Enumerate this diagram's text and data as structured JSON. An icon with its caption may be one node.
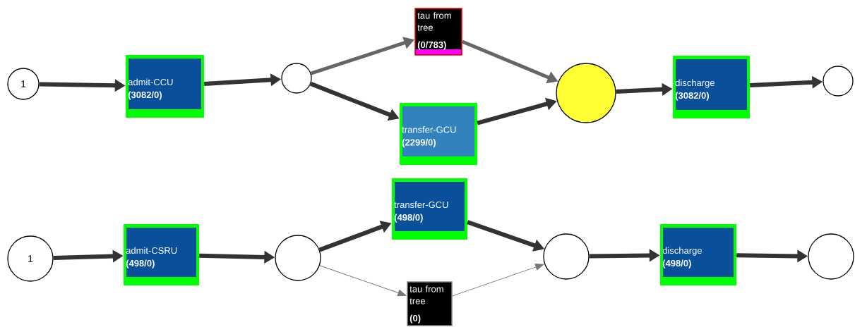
{
  "diagram": {
    "nodes": [
      {
        "text": [
          "1"
        ]
      },
      {
        "text": [
          "admit-CCU",
          "(3082/0)"
        ]
      },
      {
        "text": [],
        "shape": "circle"
      },
      {
        "text": [
          "tau from tree",
          "(0/783)"
        ]
      },
      {
        "text": [
          "transfer-GCU",
          "(2299/0)"
        ]
      },
      {
        "text": [],
        "shape": "circle"
      },
      {
        "text": [
          "discharge",
          "(3082/0)"
        ]
      },
      {
        "text": [],
        "shape": "circle"
      },
      {
        "text": [
          "1"
        ]
      },
      {
        "text": [
          "admit-CSRU",
          "(498/0)"
        ]
      },
      {
        "text": [],
        "shape": "circle"
      },
      {
        "text": [
          "transfer-GCU",
          "(498/0)"
        ]
      },
      {
        "text": [
          "tau from tree",
          "(0)"
        ]
      },
      {
        "text": [],
        "shape": "circle"
      },
      {
        "text": [
          "discharge",
          "(498/0)"
        ]
      },
      {
        "text": [],
        "shape": "circle"
      }
    ],
    "edges": [
      {
        "from": 0,
        "to": 1,
        "arrow": "to"
      },
      {
        "from": 1,
        "to": 2,
        "arrow": "to"
      },
      {
        "from": 2,
        "to": 3,
        "arrow": "to",
        "color": "#666666"
      },
      {
        "from": 2,
        "to": 4,
        "arrow": "to"
      },
      {
        "from": 3,
        "to": 5,
        "arrow": "to",
        "color": "#666666"
      },
      {
        "from": 4,
        "to": 5,
        "arrow": "to"
      },
      {
        "from": 5,
        "to": 6,
        "arrow": "to"
      },
      {
        "from": 6,
        "to": 7,
        "arrow": "to"
      },
      {
        "from": 8,
        "to": 9,
        "arrow": "to"
      },
      {
        "from": 9,
        "to": 10,
        "arrow": "to"
      },
      {
        "from": 10,
        "to": 11,
        "arrow": "to"
      },
      {
        "from": 10,
        "to": 12,
        "arrow": "to",
        "color": "#777777"
      },
      {
        "from": 11,
        "to": 13,
        "arrow": "to"
      },
      {
        "from": 12,
        "to": 13,
        "arrow": "to",
        "color": "#777777"
      },
      {
        "from": 13,
        "to": 14,
        "arrow": "to"
      },
      {
        "from": 14,
        "to": 15,
        "arrow": "to"
      }
    ]
  }
}
